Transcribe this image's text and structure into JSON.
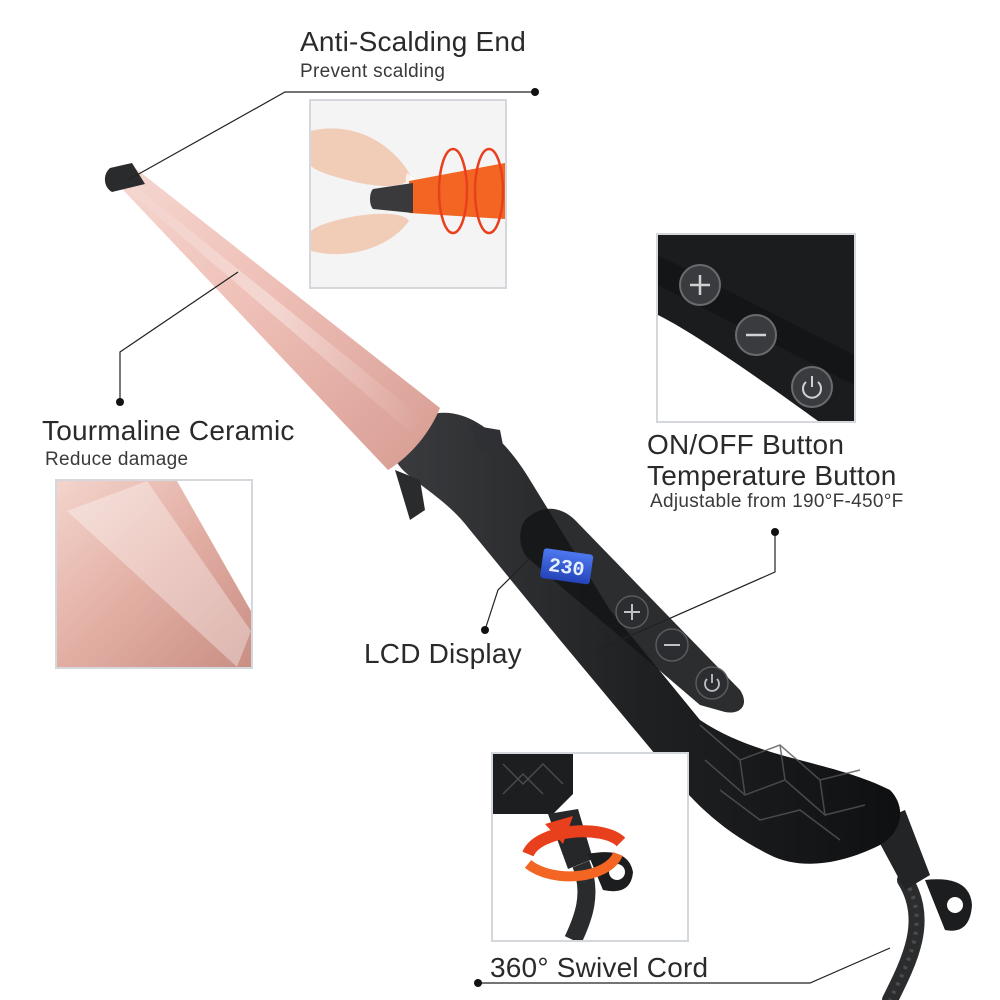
{
  "callouts": {
    "anti_scalding": {
      "title": "Anti-Scalding End",
      "subtitle": "Prevent scalding"
    },
    "tourmaline": {
      "title": "Tourmaline Ceramic",
      "subtitle": "Reduce damage"
    },
    "buttons": {
      "title_line1": "ON/OFF Button",
      "title_line2": "Temperature Button",
      "subtitle": "Adjustable from 190°F-450°F"
    },
    "lcd": {
      "title": "LCD Display"
    },
    "swivel": {
      "title": "360° Swivel Cord"
    }
  },
  "lcd_readout": "230",
  "colors": {
    "barrel_rose_gold": "#e8b9b0",
    "handle_black": "#1e1f21",
    "lcd_blue": "#2f5bd8",
    "heat_orange": "#f26522",
    "swivel_red": "#e8401c",
    "inset_border": "#d4d8dc"
  },
  "icons": [
    "plus-icon",
    "minus-icon",
    "power-icon",
    "rotate-arrow-icon",
    "heat-wave-icon"
  ]
}
